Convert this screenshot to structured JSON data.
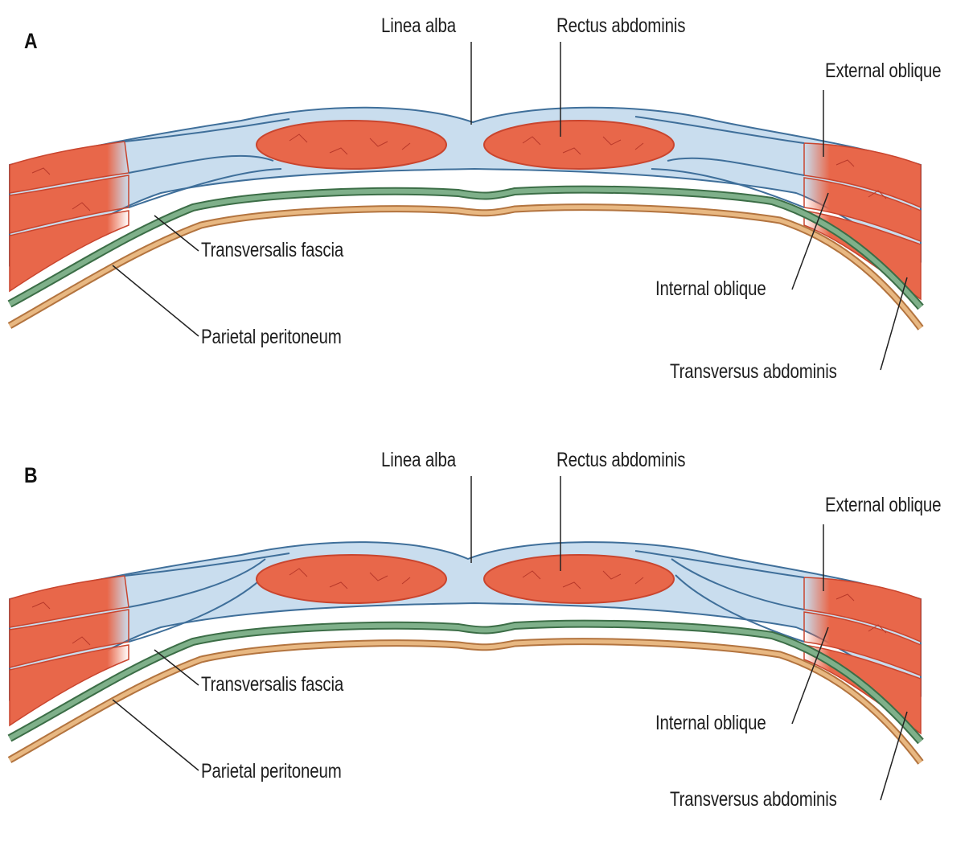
{
  "panels": [
    {
      "letter": "A",
      "labels": {
        "linea_alba": "Linea alba",
        "rectus_abdominis": "Rectus abdominis",
        "external_oblique": "External oblique",
        "transversalis_fascia": "Transversalis fascia",
        "internal_oblique": "Internal oblique",
        "parietal_peritoneum": "Parietal peritoneum",
        "transversus_abdominis": "Transversus abdominis"
      }
    },
    {
      "letter": "B",
      "labels": {
        "linea_alba": "Linea alba",
        "rectus_abdominis": "Rectus abdominis",
        "external_oblique": "External oblique",
        "transversalis_fascia": "Transversalis fascia",
        "internal_oblique": "Internal oblique",
        "parietal_peritoneum": "Parietal peritoneum",
        "transversus_abdominis": "Transversus abdominis"
      }
    }
  ],
  "colors": {
    "muscle": "#e8674a",
    "muscle_dark": "#c9452e",
    "fascia": "#c9ddee",
    "fascia_outline": "#3f6f9a",
    "transversalis_fascia": "#6fa07a",
    "parietal_peritoneum": "#d9a06a",
    "leader_line": "#222222"
  }
}
